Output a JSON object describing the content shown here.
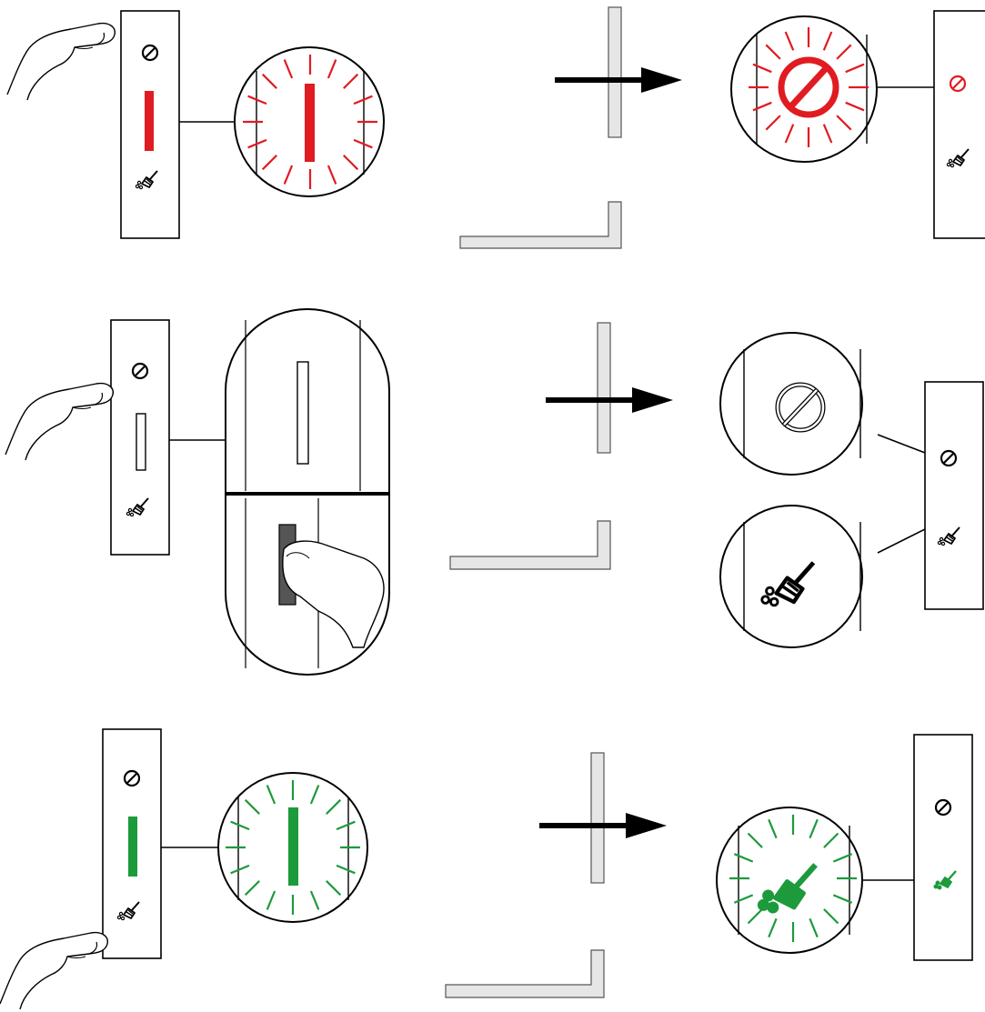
{
  "colors": {
    "fault": "#e01b22",
    "ok": "#1d9a3c",
    "ink": "#000000",
    "panel_fill": "#ffffff",
    "bracket_fill": "#e6e6e6",
    "bracket_stroke": "#555555",
    "button_dark": "#555555"
  },
  "icons": [
    "hand-pointing-icon",
    "no-symbol-icon",
    "brush-clean-icon",
    "indicator-bar-icon",
    "arrow-right-icon"
  ],
  "steps": [
    {
      "id": "step-1",
      "pressed_button": "no-symbol",
      "zoom_indicator": "red-bar-flashing",
      "result": "no-symbol-flashing-red"
    },
    {
      "id": "step-2",
      "pressed_button": "center-slot",
      "zoom_indicator": "slot-press-detail",
      "result": "both-symbols-shown"
    },
    {
      "id": "step-3",
      "pressed_button": "brush",
      "zoom_indicator": "green-bar-flashing",
      "result": "brush-flashing-green"
    }
  ]
}
